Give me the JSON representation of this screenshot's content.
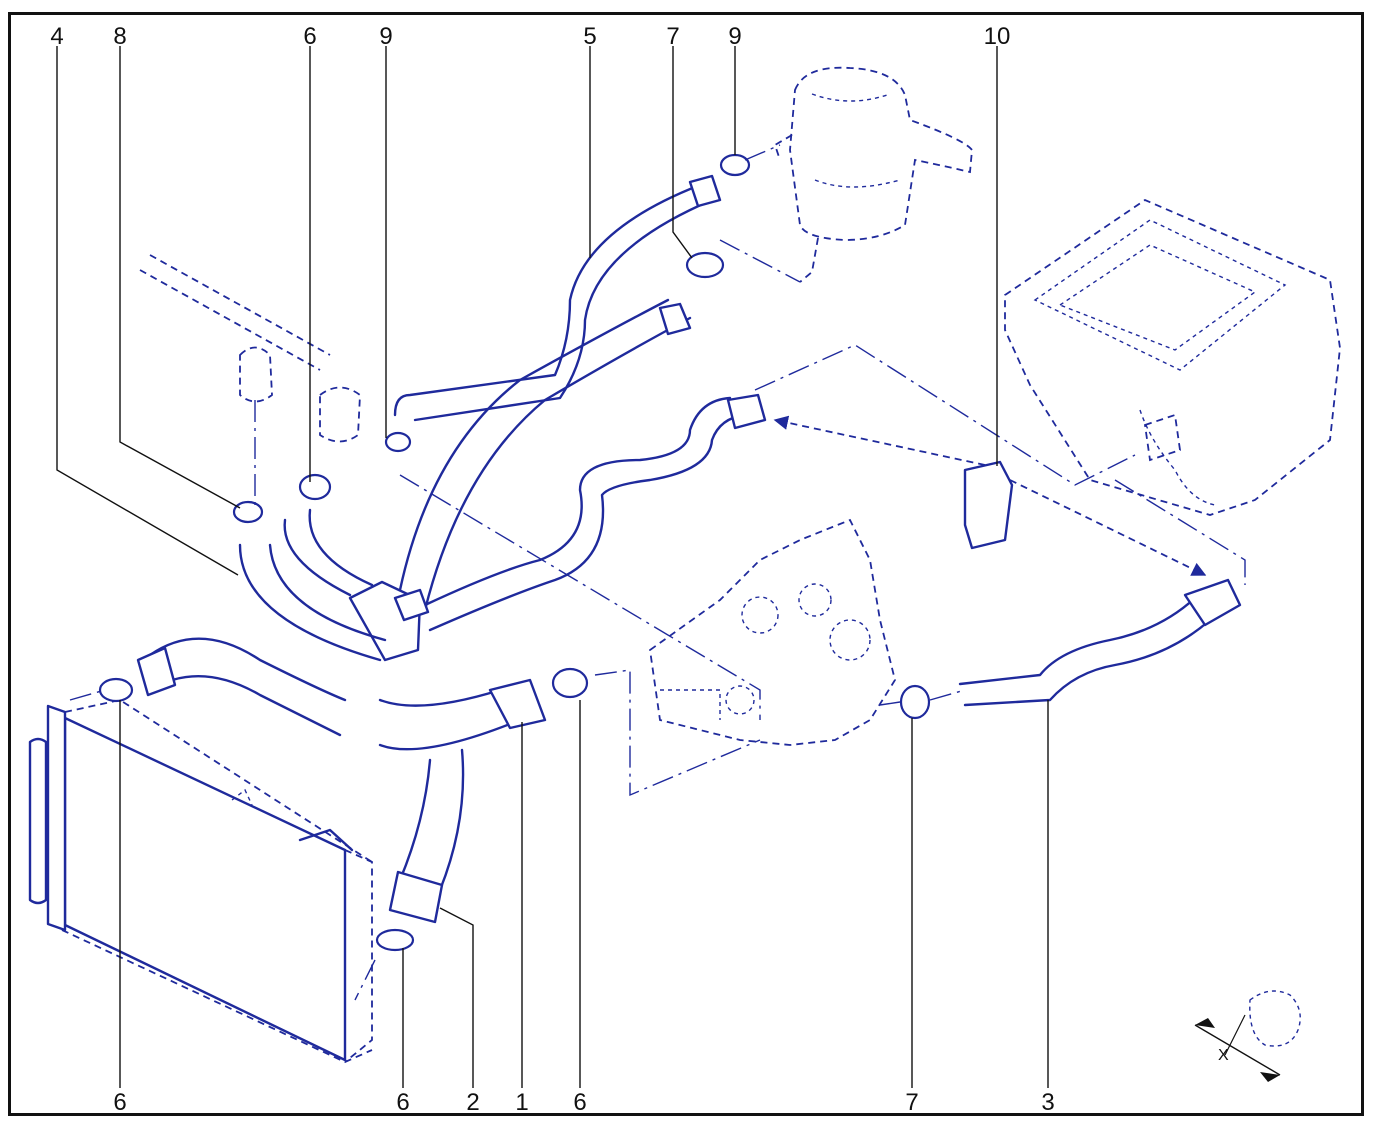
{
  "diagram": {
    "colors": {
      "ink": "#1f2a9c",
      "frame": "#111111",
      "labels": "#111111"
    },
    "top_labels": [
      "4",
      "8",
      "6",
      "9",
      "5",
      "7",
      "9",
      "10"
    ],
    "bottom_labels": [
      "6",
      "6",
      "2",
      "1",
      "6",
      "7",
      "3"
    ],
    "orientation_mark": {
      "axis_label": "X"
    }
  }
}
